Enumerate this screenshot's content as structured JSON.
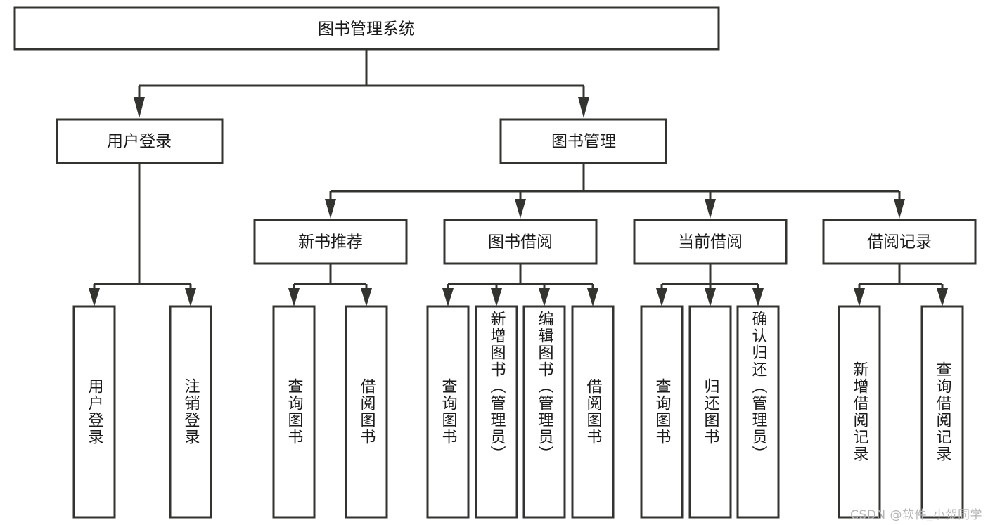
{
  "diagram": {
    "type": "tree-hierarchy",
    "title_node": {
      "label": "图书管理系统"
    },
    "level2": [
      {
        "id": "user-login",
        "label": "用户登录"
      },
      {
        "id": "book-manage",
        "label": "图书管理"
      }
    ],
    "level3": [
      {
        "id": "new-book-recommend",
        "label": "新书推荐"
      },
      {
        "id": "book-borrow",
        "label": "图书借阅"
      },
      {
        "id": "current-borrow",
        "label": "当前借阅"
      },
      {
        "id": "borrow-record",
        "label": "借阅记录"
      }
    ],
    "leaves": [
      {
        "id": "leaf-user-login",
        "label": "用户登录",
        "parent": "user-login"
      },
      {
        "id": "leaf-logout",
        "label": "注销登录",
        "parent": "user-login"
      },
      {
        "id": "leaf-query-book-1",
        "label": "查询图书",
        "parent": "new-book-recommend"
      },
      {
        "id": "leaf-borrow-book-1",
        "label": "借阅图书",
        "parent": "new-book-recommend"
      },
      {
        "id": "leaf-query-book-2",
        "label": "查询图书",
        "parent": "book-borrow"
      },
      {
        "id": "leaf-add-book",
        "label": "新增图书（管理员）",
        "parent": "book-borrow"
      },
      {
        "id": "leaf-edit-book",
        "label": "编辑图书（管理员）",
        "parent": "book-borrow"
      },
      {
        "id": "leaf-borrow-book-2",
        "label": "借阅图书",
        "parent": "book-borrow"
      },
      {
        "id": "leaf-query-book-3",
        "label": "查询图书",
        "parent": "current-borrow"
      },
      {
        "id": "leaf-return-book",
        "label": "归还图书",
        "parent": "current-borrow"
      },
      {
        "id": "leaf-confirm-return",
        "label": "确认归还（管理员）",
        "parent": "current-borrow"
      },
      {
        "id": "leaf-add-record",
        "label": "新增借阅记录",
        "parent": "borrow-record"
      },
      {
        "id": "leaf-query-record",
        "label": "查询借阅记录",
        "parent": "borrow-record"
      }
    ],
    "colors": {
      "stroke": "#33332f",
      "fill": "#ffffff",
      "text": "#1a1a1a",
      "watermark": "#b4b4b4",
      "background": "#ffffff"
    }
  },
  "watermark": {
    "text": "CSDN @软件_小贺同学"
  }
}
